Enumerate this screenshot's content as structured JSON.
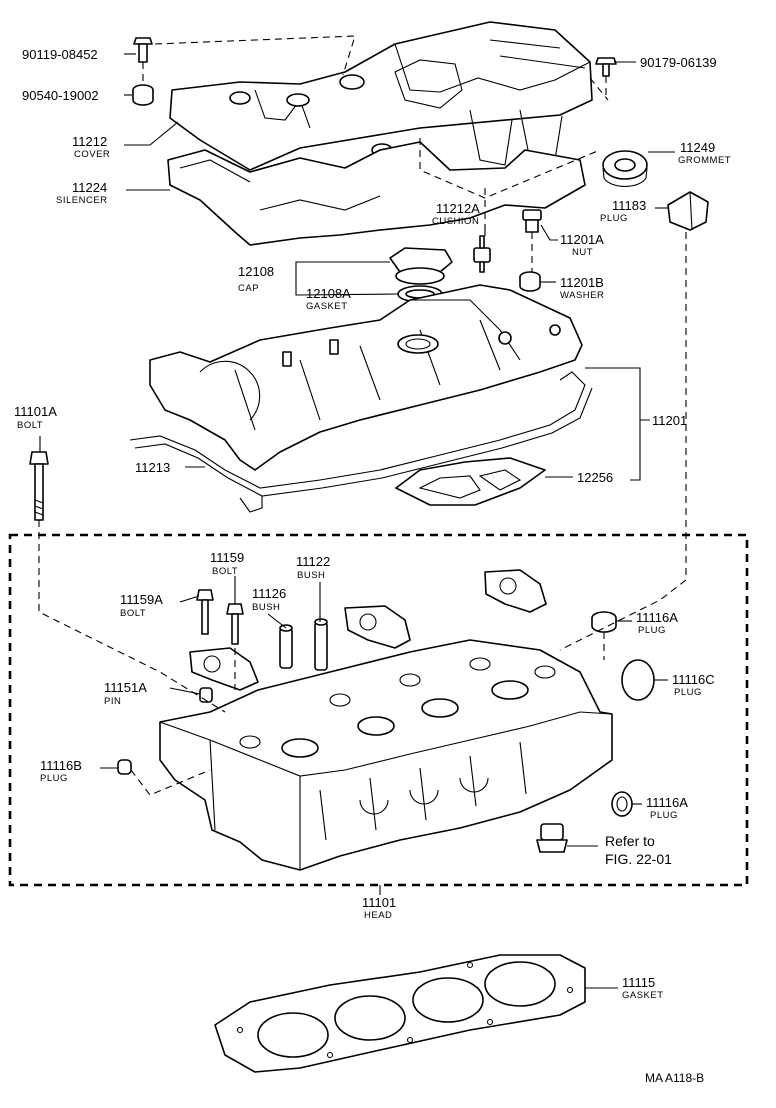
{
  "callouts": {
    "c90119": {
      "number": "90119-08452",
      "name": ""
    },
    "c90540": {
      "number": "90540-19002",
      "name": ""
    },
    "c90179": {
      "number": "90179-06139",
      "name": ""
    },
    "c11212": {
      "number": "11212",
      "name": "COVER"
    },
    "c11249": {
      "number": "11249",
      "name": "GROMMET"
    },
    "c11224": {
      "number": "11224",
      "name": "SILENCER"
    },
    "c11212A": {
      "number": "11212A",
      "name": "CUSHION"
    },
    "c11183": {
      "number": "11183",
      "name": "PLUG"
    },
    "c11201A": {
      "number": "11201A",
      "name": "NUT"
    },
    "c12108": {
      "number": "12108",
      "name": "CAP"
    },
    "c11201B": {
      "number": "11201B",
      "name": "WASHER"
    },
    "c12108A": {
      "number": "12108A",
      "name": "GASKET"
    },
    "c11101A": {
      "number": "11101A",
      "name": "BOLT"
    },
    "c11201": {
      "number": "11201",
      "name": ""
    },
    "c11213": {
      "number": "11213",
      "name": ""
    },
    "c12256": {
      "number": "12256",
      "name": ""
    },
    "c11159": {
      "number": "11159",
      "name": "BOLT"
    },
    "c11122": {
      "number": "11122",
      "name": "BUSH"
    },
    "c11126": {
      "number": "11126",
      "name": "BUSH"
    },
    "c11159A": {
      "number": "11159A",
      "name": "BOLT"
    },
    "c11116A_top": {
      "number": "11116A",
      "name": "PLUG"
    },
    "c11116C": {
      "number": "11116C",
      "name": "PLUG"
    },
    "c11151A": {
      "number": "11151A",
      "name": "PIN"
    },
    "c11116B": {
      "number": "11116B",
      "name": "PLUG"
    },
    "c11116A_bot": {
      "number": "11116A",
      "name": "PLUG"
    },
    "c11101": {
      "number": "11101",
      "name": "HEAD"
    },
    "c11115": {
      "number": "11115",
      "name": "GASKET"
    }
  },
  "reference": {
    "line1": "Refer to",
    "line2": "FIG. 22-01"
  },
  "drawing_code": "MA  A118-B"
}
